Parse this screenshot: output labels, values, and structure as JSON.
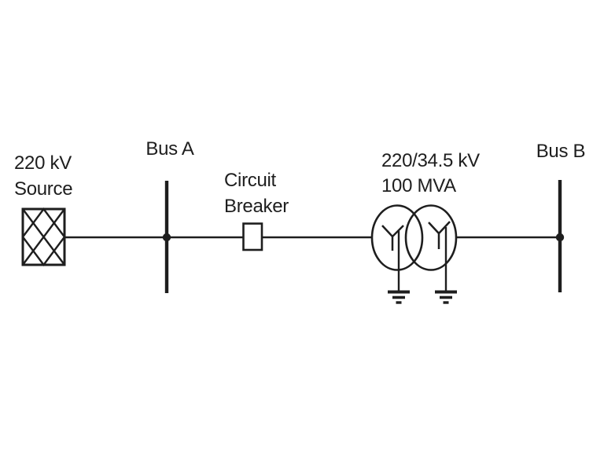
{
  "colors": {
    "ink": "#1e1e1e",
    "background": "#ffffff"
  },
  "source": {
    "label_line1": "220 kV",
    "label_line2": "Source",
    "icon": "lattice-source-icon"
  },
  "bus_a": {
    "label": "Bus A"
  },
  "circuit_breaker": {
    "label_line1": "Circuit",
    "label_line2": "Breaker",
    "icon": "breaker-square-icon"
  },
  "transformer": {
    "label_line1": "220/34.5 kV",
    "label_line2": "100 MVA",
    "icon": "two-winding-transformer-icon",
    "winding_icon": "wye-winding-icon",
    "ground_icon": "earth-ground-icon"
  },
  "bus_b": {
    "label": "Bus B"
  }
}
